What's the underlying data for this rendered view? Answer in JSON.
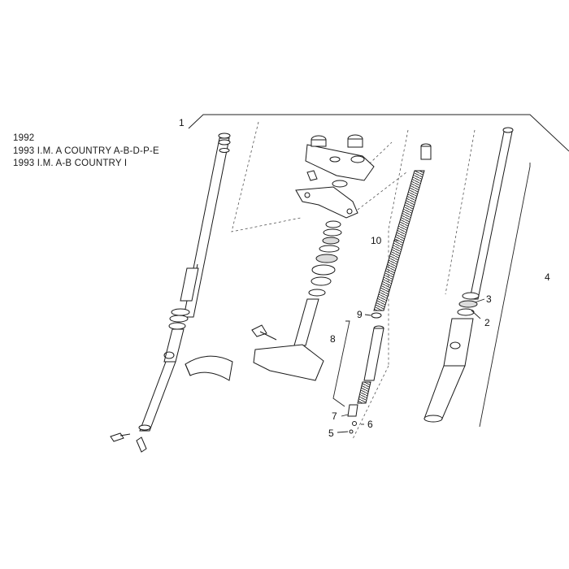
{
  "caption": {
    "lines": [
      "1992",
      "1993 I.M. A COUNTRY A-B-D-P-E",
      "1993 I.M. A-B COUNTRY I"
    ]
  },
  "callouts": {
    "c1": "1",
    "c2": "2",
    "c3": "3",
    "c4": "4",
    "c5": "5",
    "c6": "6",
    "c7": "7",
    "c8": "8",
    "c9": "9",
    "c10": "10"
  },
  "colors": {
    "line": "#1a1a1a",
    "fill": "#ffffff",
    "shade": "#dcdcdc"
  }
}
